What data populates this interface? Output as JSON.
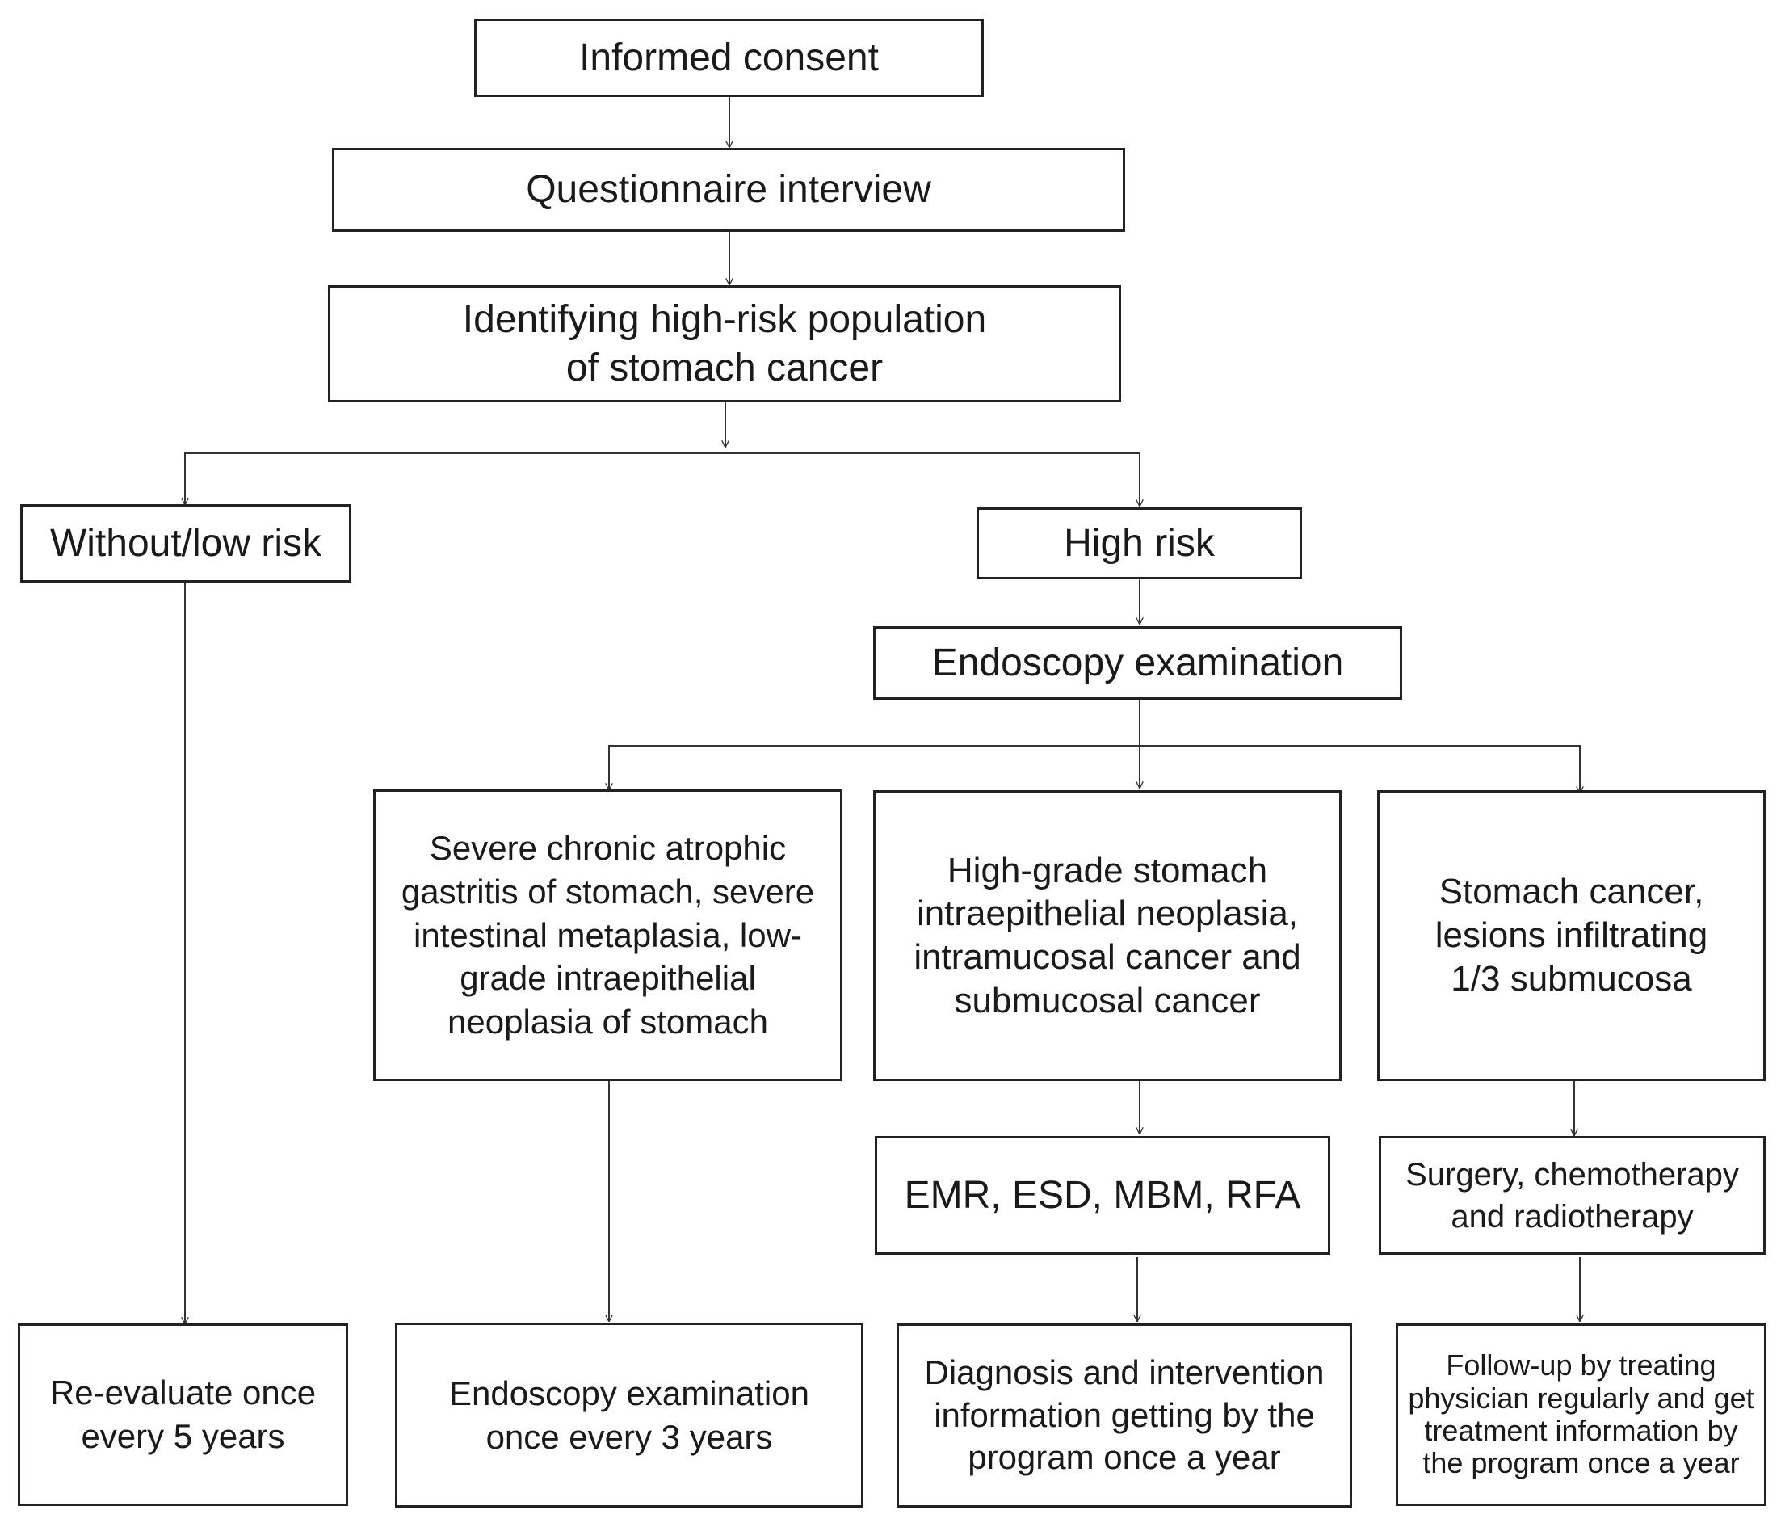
{
  "nodes": {
    "informed_consent": "Informed consent",
    "questionnaire": "Questionnaire interview",
    "identifying": "Identifying high-risk population of stomach cancer",
    "low_risk": "Without/low risk",
    "high_risk": "High risk",
    "endoscopy": "Endoscopy examination",
    "severe_gastritis": "Severe chronic atrophic gastritis of stomach, severe intestinal metaplasia, low-grade intraepithelial neoplasia of stomach",
    "high_grade": "High-grade stomach intraepithelial neoplasia, intramucosal cancer and submucosal cancer",
    "stomach_cancer": "Stomach cancer, lesions infiltrating 1/3 submucosa",
    "emr": "EMR, ESD, MBM, RFA",
    "surgery": "Surgery, chemotherapy and radiotherapy",
    "reevaluate": "Re-evaluate once every 5 years",
    "endoscopy_3yr": "Endoscopy examination once every 3 years",
    "diagnosis": "Diagnosis and intervention information getting by the program once a year",
    "followup": "Follow-up by treating physician regularly and get treatment information by the program once a year"
  }
}
